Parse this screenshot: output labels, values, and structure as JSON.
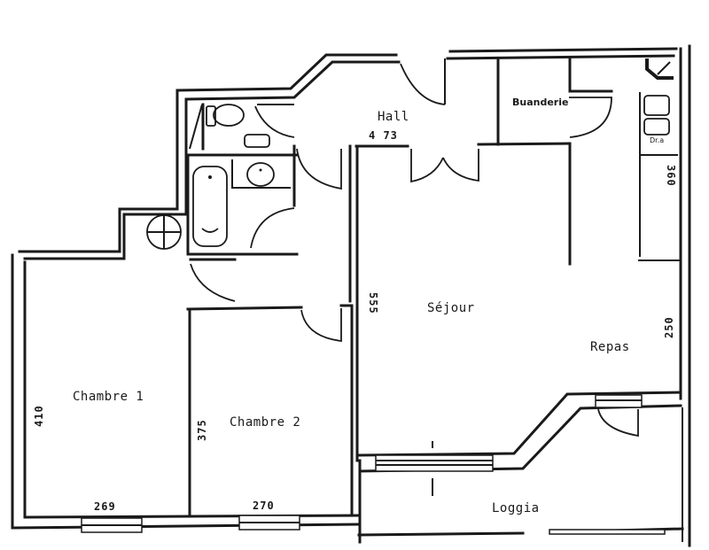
{
  "plan": {
    "rooms": [
      {
        "id": "hall",
        "label": "Hall",
        "dimension": "4 73"
      },
      {
        "id": "buanderie",
        "label": "Buanderie"
      },
      {
        "id": "sejour",
        "label": "Séjour",
        "dimension": "555"
      },
      {
        "id": "repas",
        "label": "Repas",
        "dimension": "250"
      },
      {
        "id": "chambre1",
        "label": "Chambre 1",
        "dimension_height": "410",
        "dimension_width": "269"
      },
      {
        "id": "chambre2",
        "label": "Chambre 2",
        "dimension_height": "375",
        "dimension_width": "270"
      },
      {
        "id": "loggia",
        "label": "Loggia"
      },
      {
        "id": "kitchen",
        "dimension": "360"
      }
    ],
    "fixtures": [
      {
        "id": "toilet",
        "icon": "toilet-icon"
      },
      {
        "id": "toilet-sink",
        "icon": "hand-sink-icon"
      },
      {
        "id": "bathtub",
        "icon": "bathtub-icon"
      },
      {
        "id": "bathroom-sink",
        "icon": "washbasin-icon"
      },
      {
        "id": "water-heater",
        "icon": "boiler-icon"
      },
      {
        "id": "kitchen-sink",
        "icon": "double-sink-icon"
      },
      {
        "id": "kitchen-hob",
        "icon": "stove-icon",
        "label": "Dr.a"
      }
    ],
    "colors": {
      "wall": "#1a1a1a",
      "background": "#ffffff"
    }
  }
}
